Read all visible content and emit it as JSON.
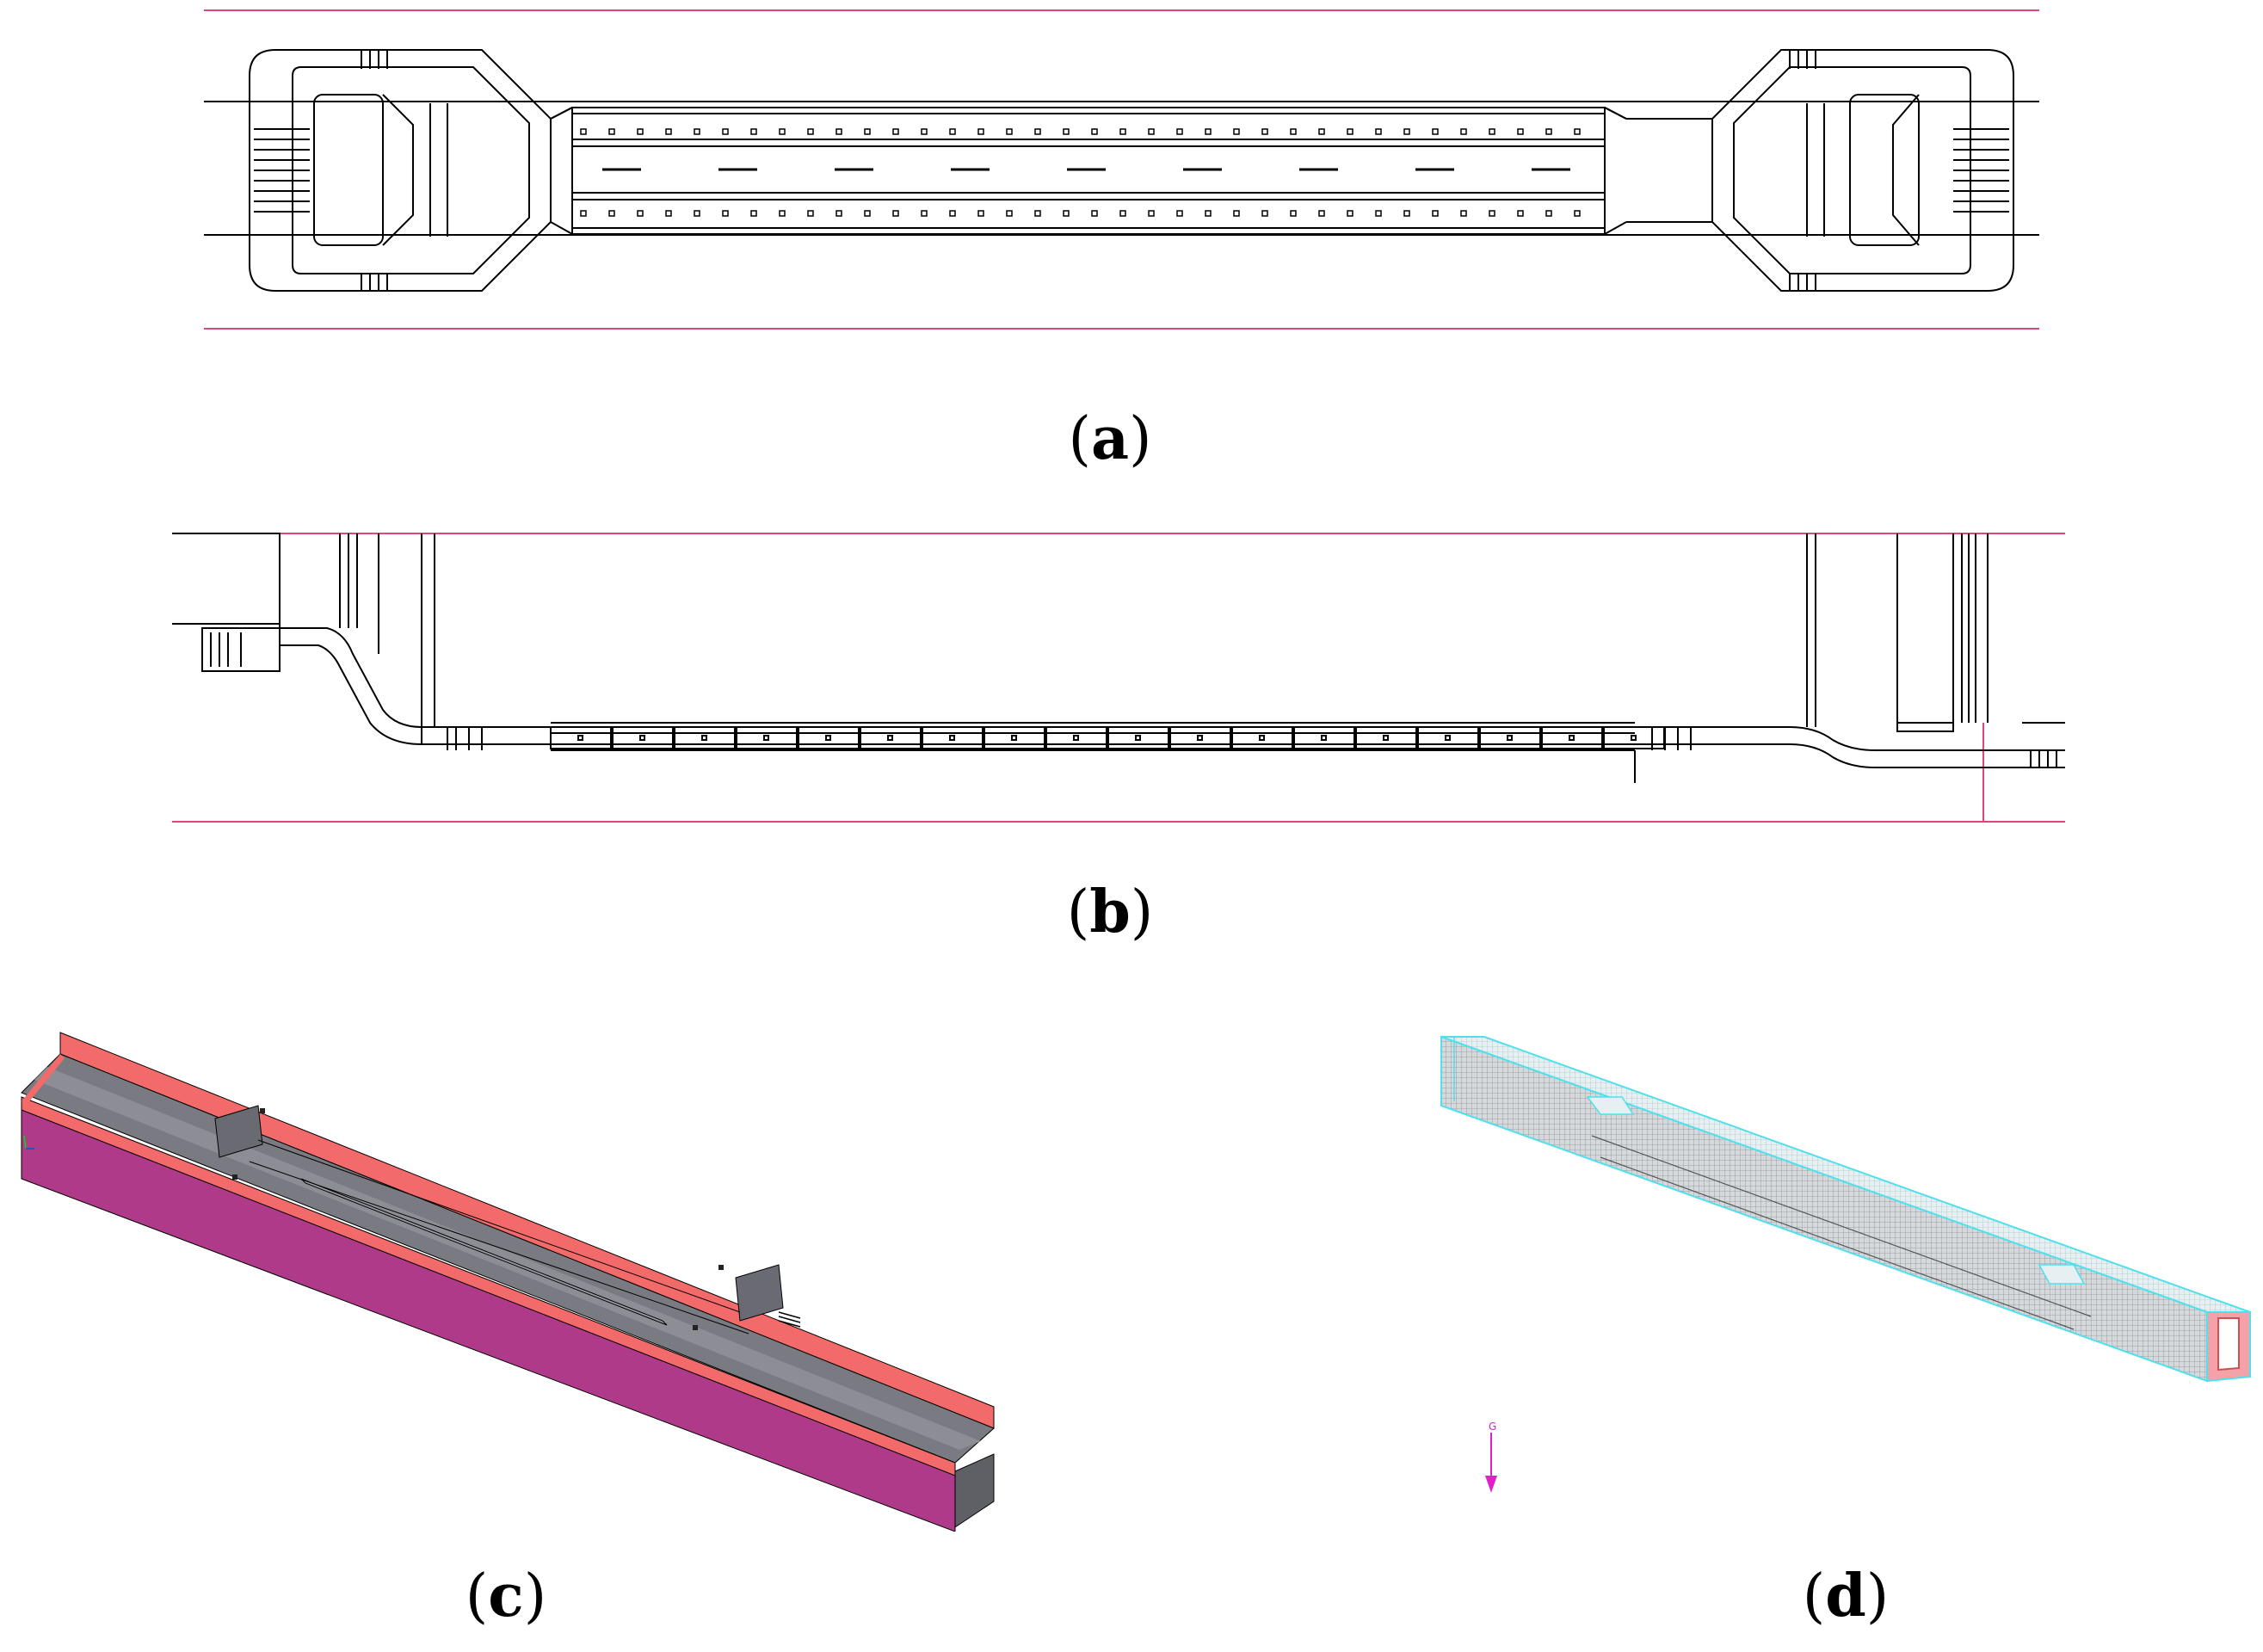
{
  "figure": {
    "panels": [
      {
        "id": "a",
        "caption_open": "(",
        "caption_letter": "a",
        "caption_close": ")"
      },
      {
        "id": "b",
        "caption_open": "(",
        "caption_letter": "b",
        "caption_close": ")"
      },
      {
        "id": "c",
        "caption_open": "(",
        "caption_letter": "c",
        "caption_close": ")"
      },
      {
        "id": "d",
        "caption_open": "(",
        "caption_letter": "d",
        "caption_close": ")",
        "gravity_label": "G"
      }
    ]
  },
  "colors": {
    "boundary_line": "#e0457a",
    "drawing_line": "#000000",
    "model_top": "#f26a6a",
    "model_side": "#b03a8a",
    "model_channel": "#7a7a82",
    "mesh_outline": "#4fe0ec",
    "mesh_fill": "#cfd3d6",
    "gravity_arrow": "#e020c8"
  }
}
